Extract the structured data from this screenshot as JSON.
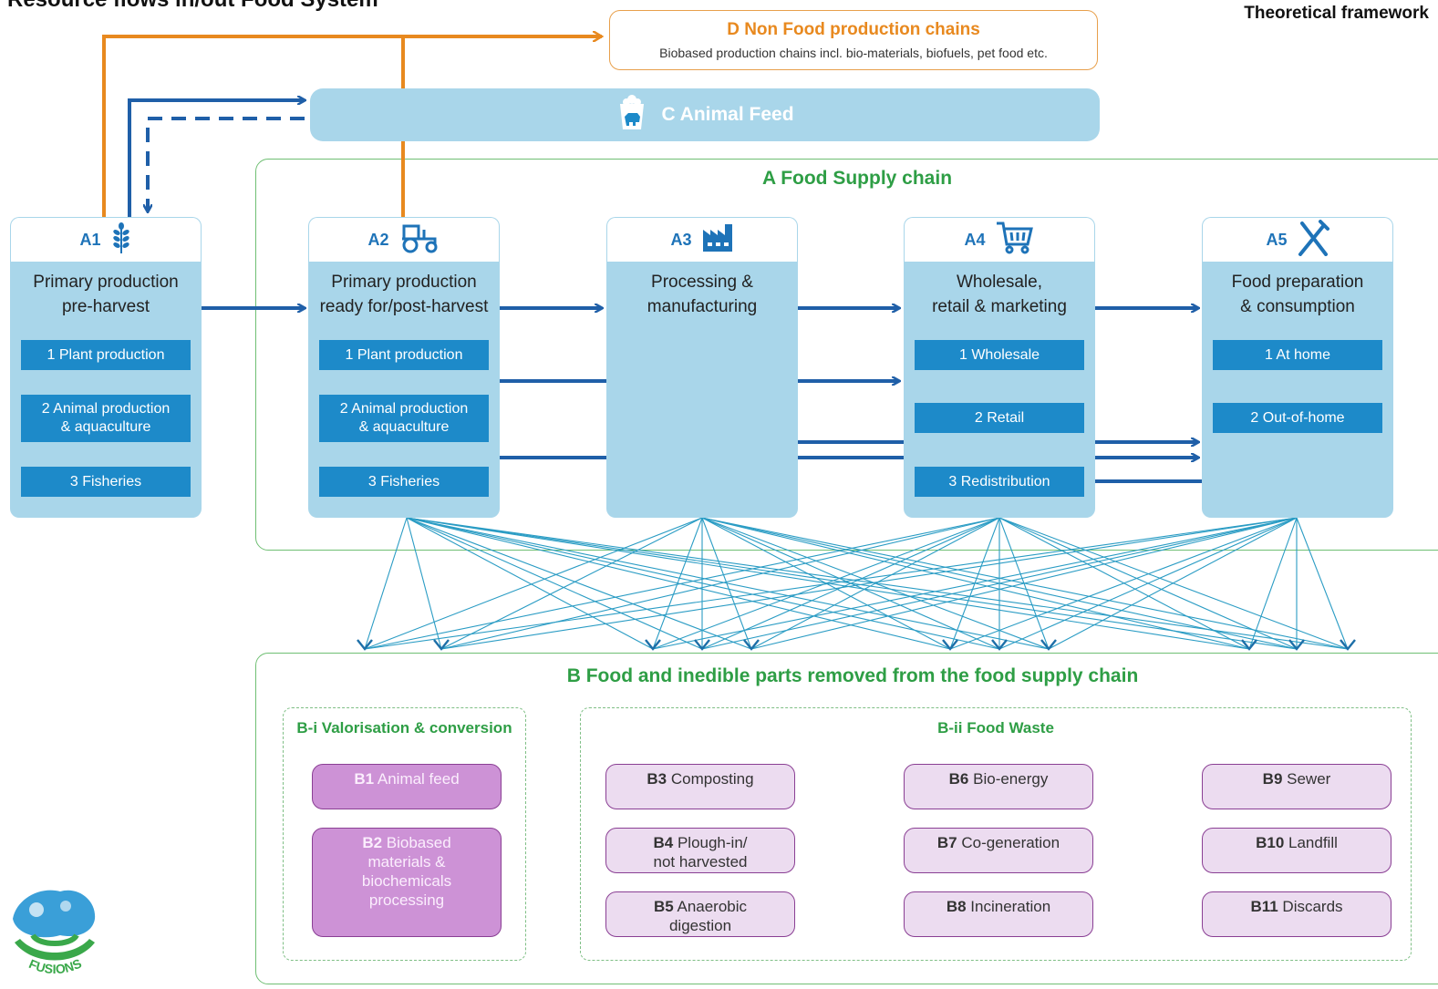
{
  "header": {
    "title": "Resource flows in/out Food System",
    "corner_label": "Theoretical framework"
  },
  "non_food": {
    "title": "D Non Food production chains",
    "subtitle": "Biobased production chains incl. bio-materials, biofuels, pet food etc."
  },
  "animal_feed_bar": {
    "label": "C Animal Feed"
  },
  "supply_chain": {
    "title": "A Food Supply chain",
    "stages": [
      {
        "code": "A1",
        "icon": "wheat-icon",
        "name_line1": "Primary production",
        "name_line2": "pre-harvest",
        "subs": [
          "1 Plant production",
          "2 Animal production\n& aquaculture",
          "3 Fisheries"
        ]
      },
      {
        "code": "A2",
        "icon": "tractor-icon",
        "name_line1": "Primary production",
        "name_line2": "ready for/post-harvest",
        "subs": [
          "1 Plant production",
          "2 Animal production\n& aquaculture",
          "3 Fisheries"
        ]
      },
      {
        "code": "A3",
        "icon": "factory-icon",
        "name_line1": "Processing &",
        "name_line2": "manufacturing",
        "subs": []
      },
      {
        "code": "A4",
        "icon": "shopping-cart-icon",
        "name_line1": "Wholesale,",
        "name_line2": "retail & marketing",
        "subs": [
          "1 Wholesale",
          "2 Retail",
          "3 Redistribution"
        ]
      },
      {
        "code": "A5",
        "icon": "fork-knife-icon",
        "name_line1": "Food preparation",
        "name_line2": "& consumption",
        "subs": [
          "1 At home",
          "2 Out-of-home"
        ]
      }
    ]
  },
  "removed": {
    "title": "B Food and inedible parts removed from the food supply chain",
    "valorisation": {
      "title": "B-i Valorisation & conversion",
      "items": [
        {
          "code": "B1",
          "label": "Animal feed"
        },
        {
          "code": "B2",
          "label": "Biobased\nmaterials &\nbiochemicals\nprocessing"
        }
      ]
    },
    "food_waste": {
      "title": "B-ii Food Waste",
      "items": [
        {
          "code": "B3",
          "label": "Composting"
        },
        {
          "code": "B4",
          "label": "Plough-in/\nnot harvested"
        },
        {
          "code": "B5",
          "label": "Anaerobic\ndigestion"
        },
        {
          "code": "B6",
          "label": "Bio-energy"
        },
        {
          "code": "B7",
          "label": "Co-generation"
        },
        {
          "code": "B8",
          "label": "Incineration"
        },
        {
          "code": "B9",
          "label": "Sewer"
        },
        {
          "code": "B10",
          "label": "Landfill"
        },
        {
          "code": "B11",
          "label": "Discards"
        }
      ]
    }
  },
  "logo": {
    "text": "FUSIONS"
  },
  "colors": {
    "orange": "#e8891f",
    "dark_blue": "#1f5fa8",
    "light_blue": "#a9d6ea",
    "box_blue": "#1d8ac9",
    "green": "#2e9e45",
    "purple": "#8a3f94",
    "teal": "#2a9cc4"
  }
}
